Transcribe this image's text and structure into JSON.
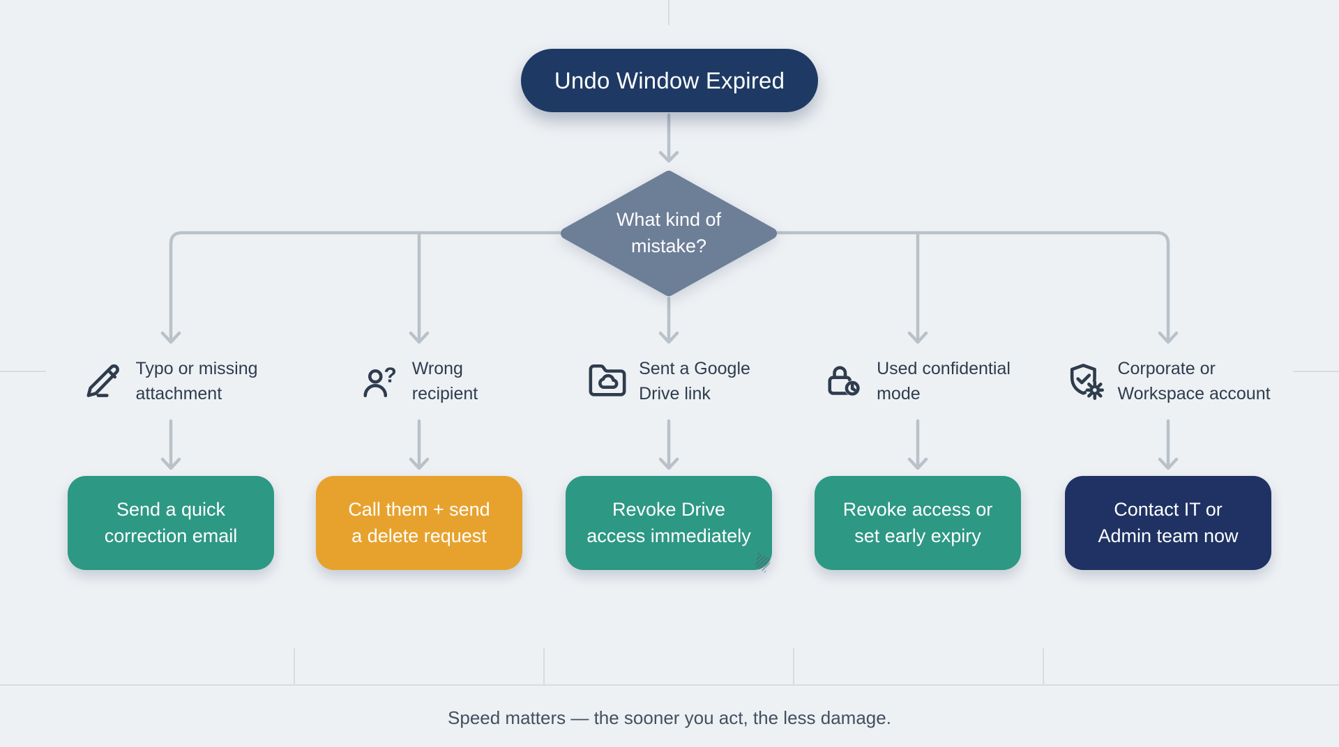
{
  "page": {
    "background": "#eef1f4",
    "caption": "Speed matters — the sooner you act, the less damage."
  },
  "title": {
    "label": "Undo Window Expired"
  },
  "decision": {
    "line1": "What kind of",
    "line2": "mistake?"
  },
  "branches": [
    {
      "icon": "pencil-icon",
      "label_line1": "Typo or missing",
      "label_line2": "attachment",
      "action_line1": "Send a quick",
      "action_line2": "correction email",
      "action_color": "#2d9884"
    },
    {
      "icon": "user-question-icon",
      "label_line1": "Wrong",
      "label_line2": "recipient",
      "action_line1": "Call them + send",
      "action_line2": "a delete request",
      "action_color": "#e7a22e"
    },
    {
      "icon": "folder-cloud-icon",
      "label_line1": "Sent a Google",
      "label_line2": "Drive link",
      "action_line1": "Revoke Drive",
      "action_line2": "access immediately",
      "action_color": "#2d9884"
    },
    {
      "icon": "lock-clock-icon",
      "label_line1": "Used confidential",
      "label_line2": "mode",
      "action_line1": "Revoke access or",
      "action_line2": "set early expiry",
      "action_color": "#2d9884"
    },
    {
      "icon": "shield-gear-icon",
      "label_line1": "Corporate or",
      "label_line2": "Workspace account",
      "action_line1": "Contact IT or",
      "action_line2": "Admin team now",
      "action_color": "#1f3263"
    }
  ],
  "colors": {
    "title_bg": "#1e3a64",
    "decision_bg": "#6d7e97",
    "teal": "#2d9884",
    "orange": "#e7a22e",
    "navy": "#1f3263",
    "connector": "#b9c1c9",
    "label_text": "#2e3c4d"
  }
}
